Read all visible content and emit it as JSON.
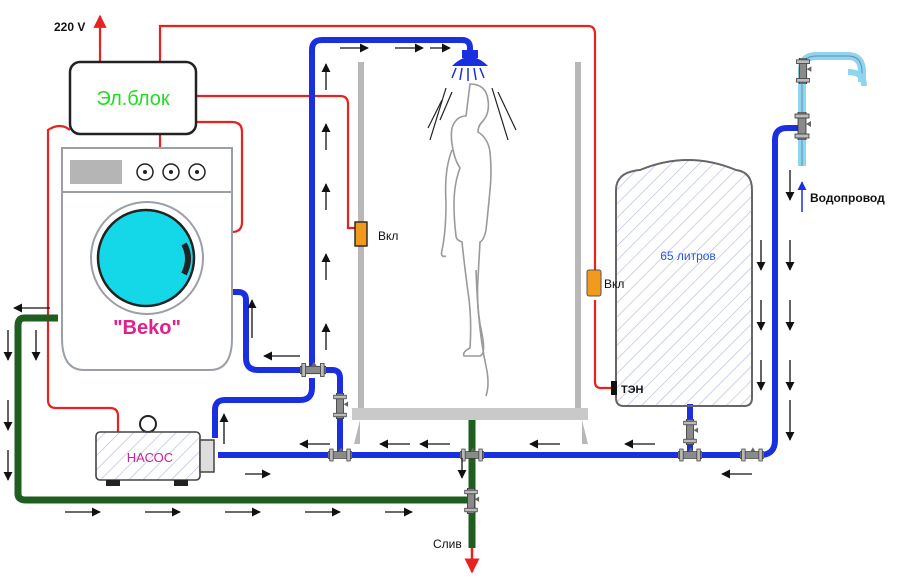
{
  "labels": {
    "voltage": "220 V",
    "control_unit": "Эл.блок",
    "washer_brand": "\"Beko\"",
    "pump": "НАСОС",
    "switch_shower": "Вкл",
    "switch_heater": "Вкл",
    "tank_volume": "65 литров",
    "heater_element": "ТЭН",
    "water_main": "Водопровод",
    "drain": "Слив"
  },
  "colors": {
    "wire": "#e8221e",
    "pipe_blue": "#1a2fe0",
    "pipe_drain": "#1f5e1f",
    "pipe_supply": "#8fd4f0",
    "control_text": "#22dd22",
    "brand_text": "#e0208c",
    "pump_text": "#d0209a",
    "tank_text": "#2a55d8",
    "switch_fill": "#f39a1c",
    "drum": "#14d8e8"
  },
  "icons": [
    "arrow-icon",
    "valve-icon",
    "shower-head-icon",
    "tap-icon",
    "human-figure-icon"
  ]
}
